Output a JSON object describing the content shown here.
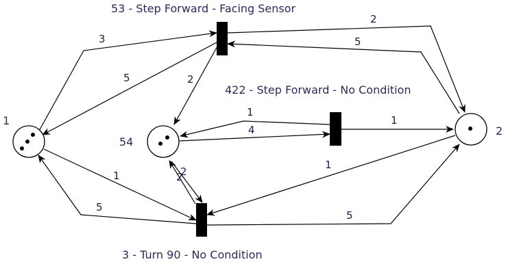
{
  "places": [
    {
      "id": "p1",
      "label": "1",
      "tokens": 3
    },
    {
      "id": "p54",
      "label": "54",
      "tokens": 2
    },
    {
      "id": "p2",
      "label": "2",
      "tokens": 1
    }
  ],
  "transitions": [
    {
      "id": "t53",
      "label": "53 - Step Forward - Facing Sensor"
    },
    {
      "id": "t422",
      "label": "422 - Step Forward - No Condition"
    },
    {
      "id": "t3",
      "label": "3 - Turn 90 - No Condition"
    }
  ],
  "arcs": [
    {
      "id": "a1",
      "from": "p1",
      "to": "t53",
      "weight": "3"
    },
    {
      "id": "a2",
      "from": "t53",
      "to": "p1",
      "weight": "5"
    },
    {
      "id": "a3",
      "from": "t53",
      "to": "p2",
      "weight": "2"
    },
    {
      "id": "a4",
      "from": "p2",
      "to": "t53",
      "weight": "5"
    },
    {
      "id": "a5",
      "from": "t53",
      "to": "p54",
      "weight": "2"
    },
    {
      "id": "a6",
      "from": "t422",
      "to": "p54",
      "weight": "1"
    },
    {
      "id": "a7",
      "from": "p54",
      "to": "t422",
      "weight": "4"
    },
    {
      "id": "a8",
      "from": "t422",
      "to": "p2",
      "weight": "1"
    },
    {
      "id": "a9",
      "from": "p1",
      "to": "t3",
      "weight": "1"
    },
    {
      "id": "a10",
      "from": "t3",
      "to": "p1",
      "weight": "5"
    },
    {
      "id": "a11",
      "from": "p2",
      "to": "t3",
      "weight": "1"
    },
    {
      "id": "a12",
      "from": "t3",
      "to": "p2",
      "weight": "5"
    },
    {
      "id": "a13",
      "from": "p54",
      "to": "t3",
      "weight": "2"
    },
    {
      "id": "a14",
      "from": "t3",
      "to": "p54",
      "weight": "2"
    }
  ]
}
